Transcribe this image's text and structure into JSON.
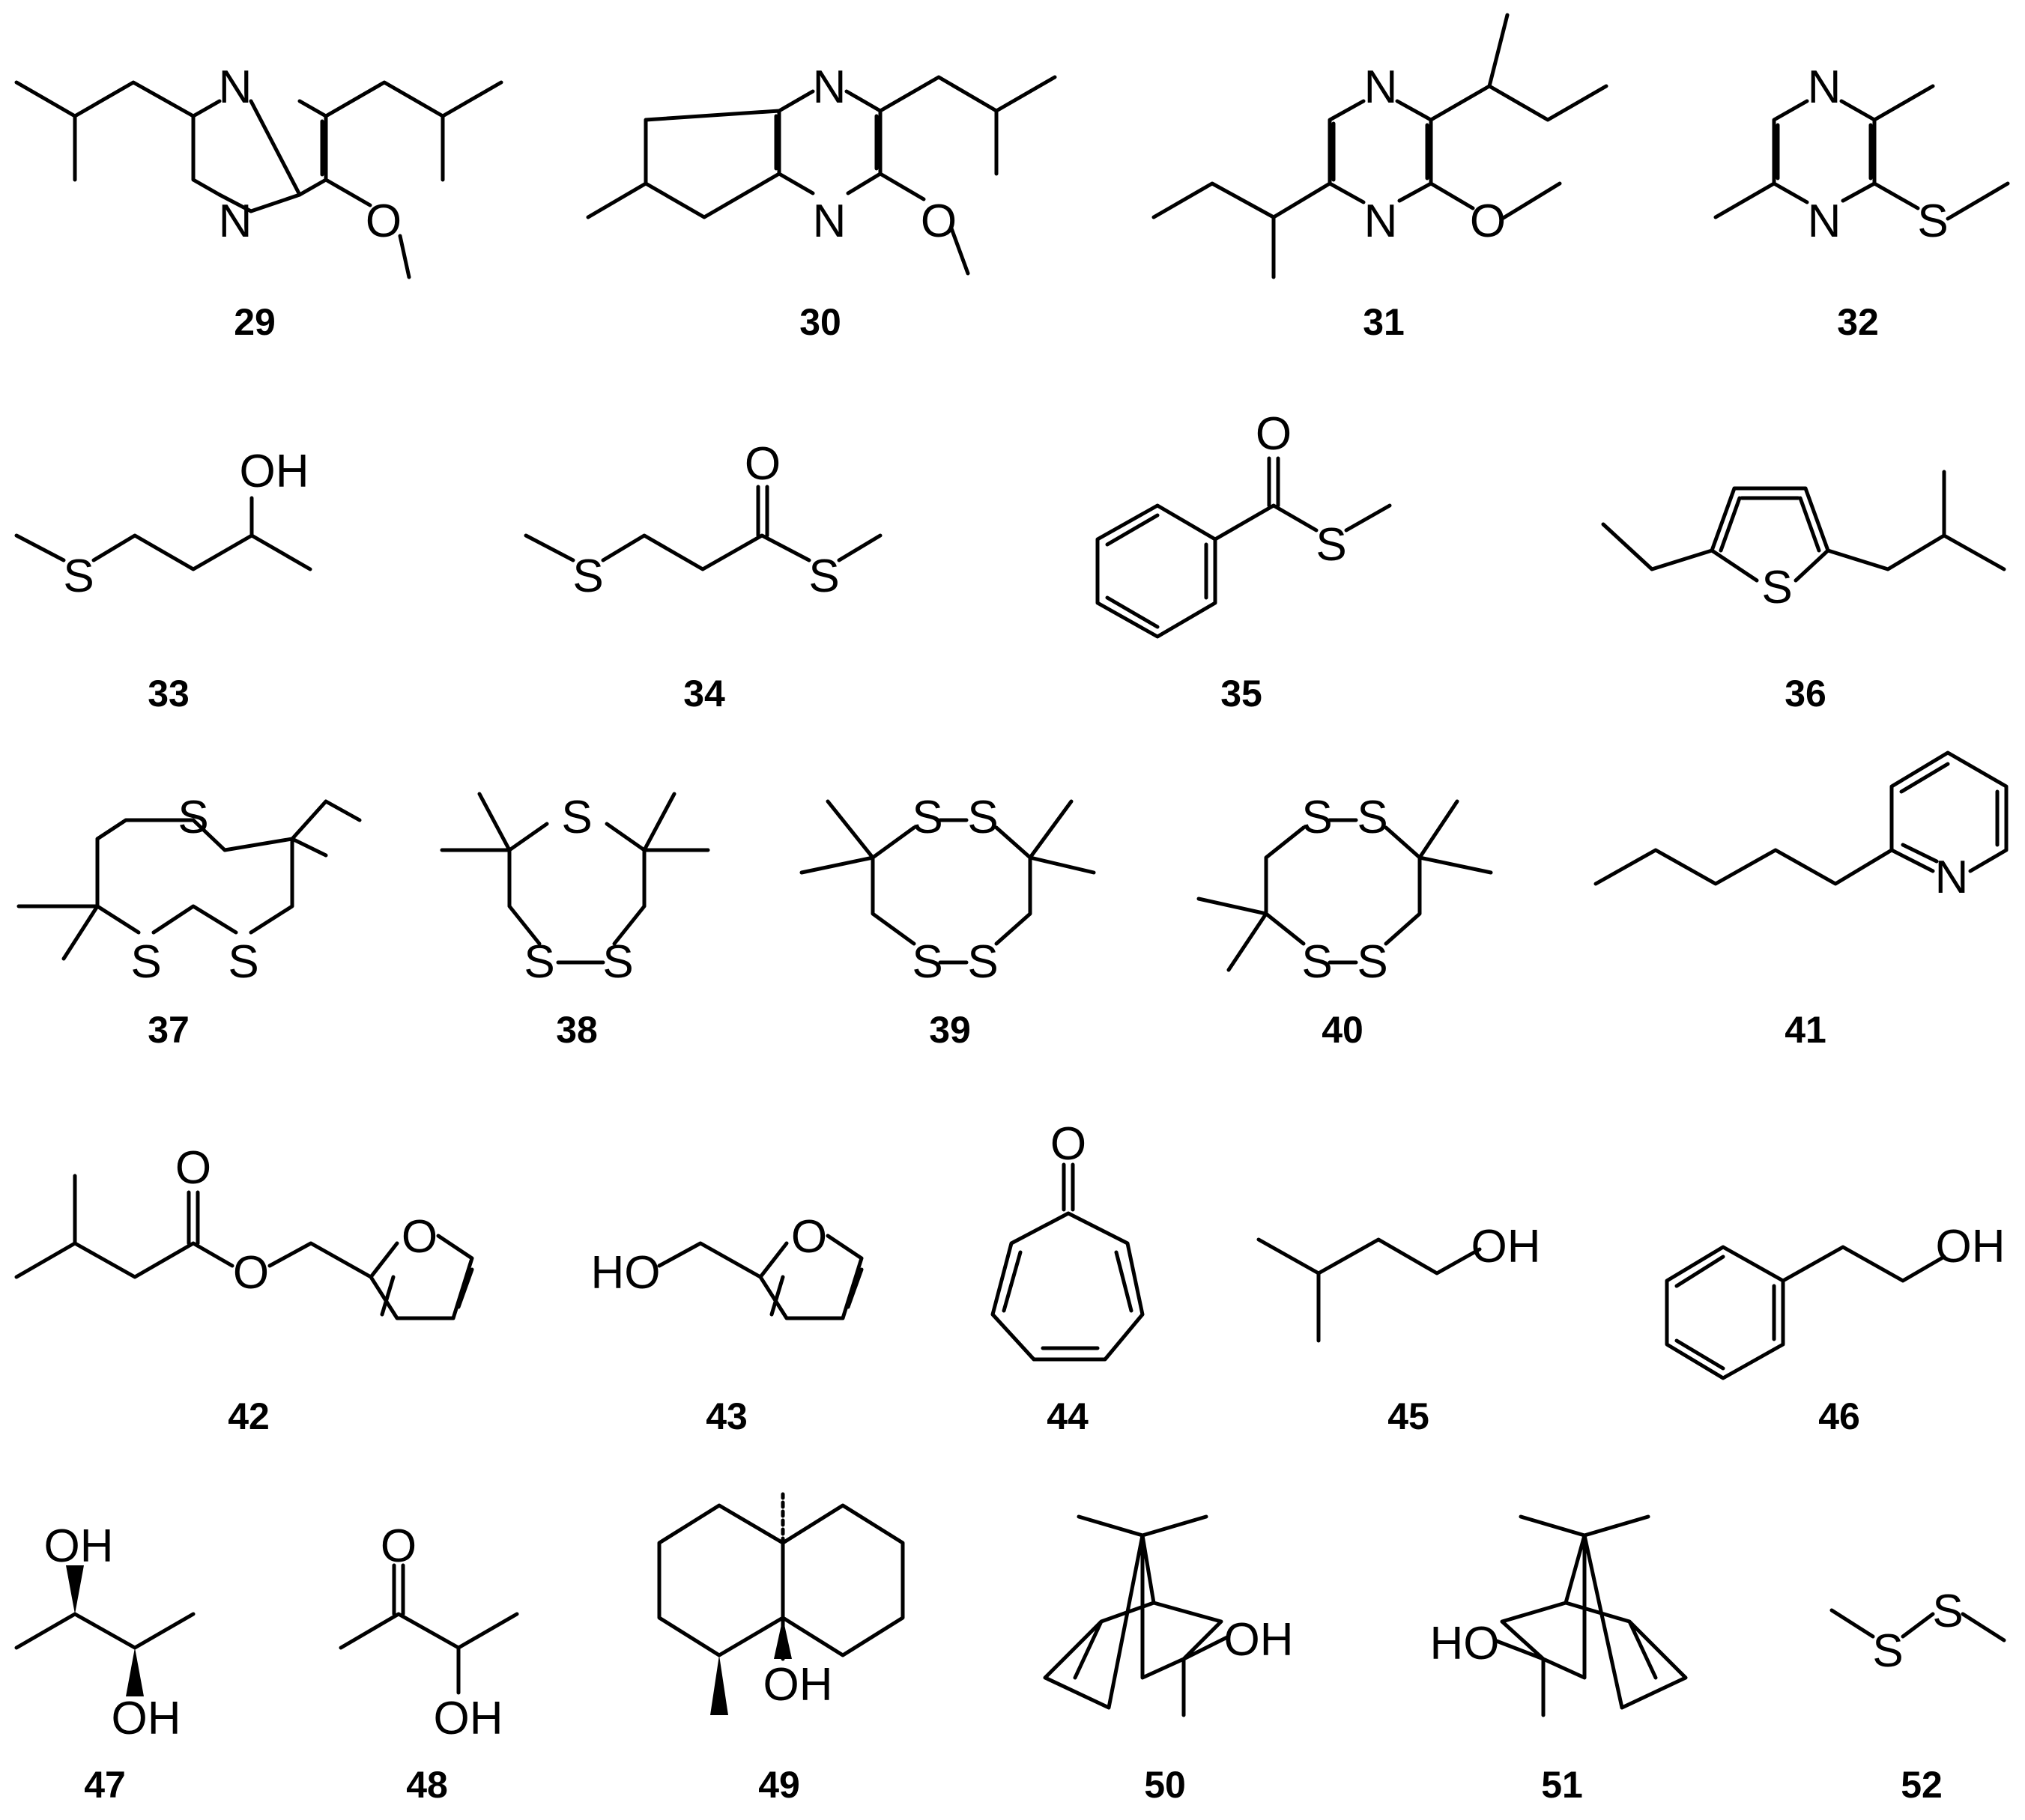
{
  "figure": {
    "compounds": [
      {
        "id": "29",
        "label": "29"
      },
      {
        "id": "30",
        "label": "30"
      },
      {
        "id": "31",
        "label": "31"
      },
      {
        "id": "32",
        "label": "32"
      },
      {
        "id": "33",
        "label": "33"
      },
      {
        "id": "34",
        "label": "34"
      },
      {
        "id": "35",
        "label": "35"
      },
      {
        "id": "36",
        "label": "36"
      },
      {
        "id": "37",
        "label": "37"
      },
      {
        "id": "38",
        "label": "38"
      },
      {
        "id": "39",
        "label": "39"
      },
      {
        "id": "40",
        "label": "40"
      },
      {
        "id": "41",
        "label": "41"
      },
      {
        "id": "42",
        "label": "42"
      },
      {
        "id": "43",
        "label": "43"
      },
      {
        "id": "44",
        "label": "44"
      },
      {
        "id": "45",
        "label": "45"
      },
      {
        "id": "46",
        "label": "46"
      },
      {
        "id": "47",
        "label": "47"
      },
      {
        "id": "48",
        "label": "48"
      },
      {
        "id": "49",
        "label": "49"
      },
      {
        "id": "50",
        "label": "50"
      },
      {
        "id": "51",
        "label": "51"
      },
      {
        "id": "52",
        "label": "52"
      }
    ],
    "atoms": {
      "nitrogen": "N",
      "oxygen": "O",
      "sulfur": "S",
      "hydroxyl": "OH",
      "hydroxyl_left": "HO"
    }
  }
}
